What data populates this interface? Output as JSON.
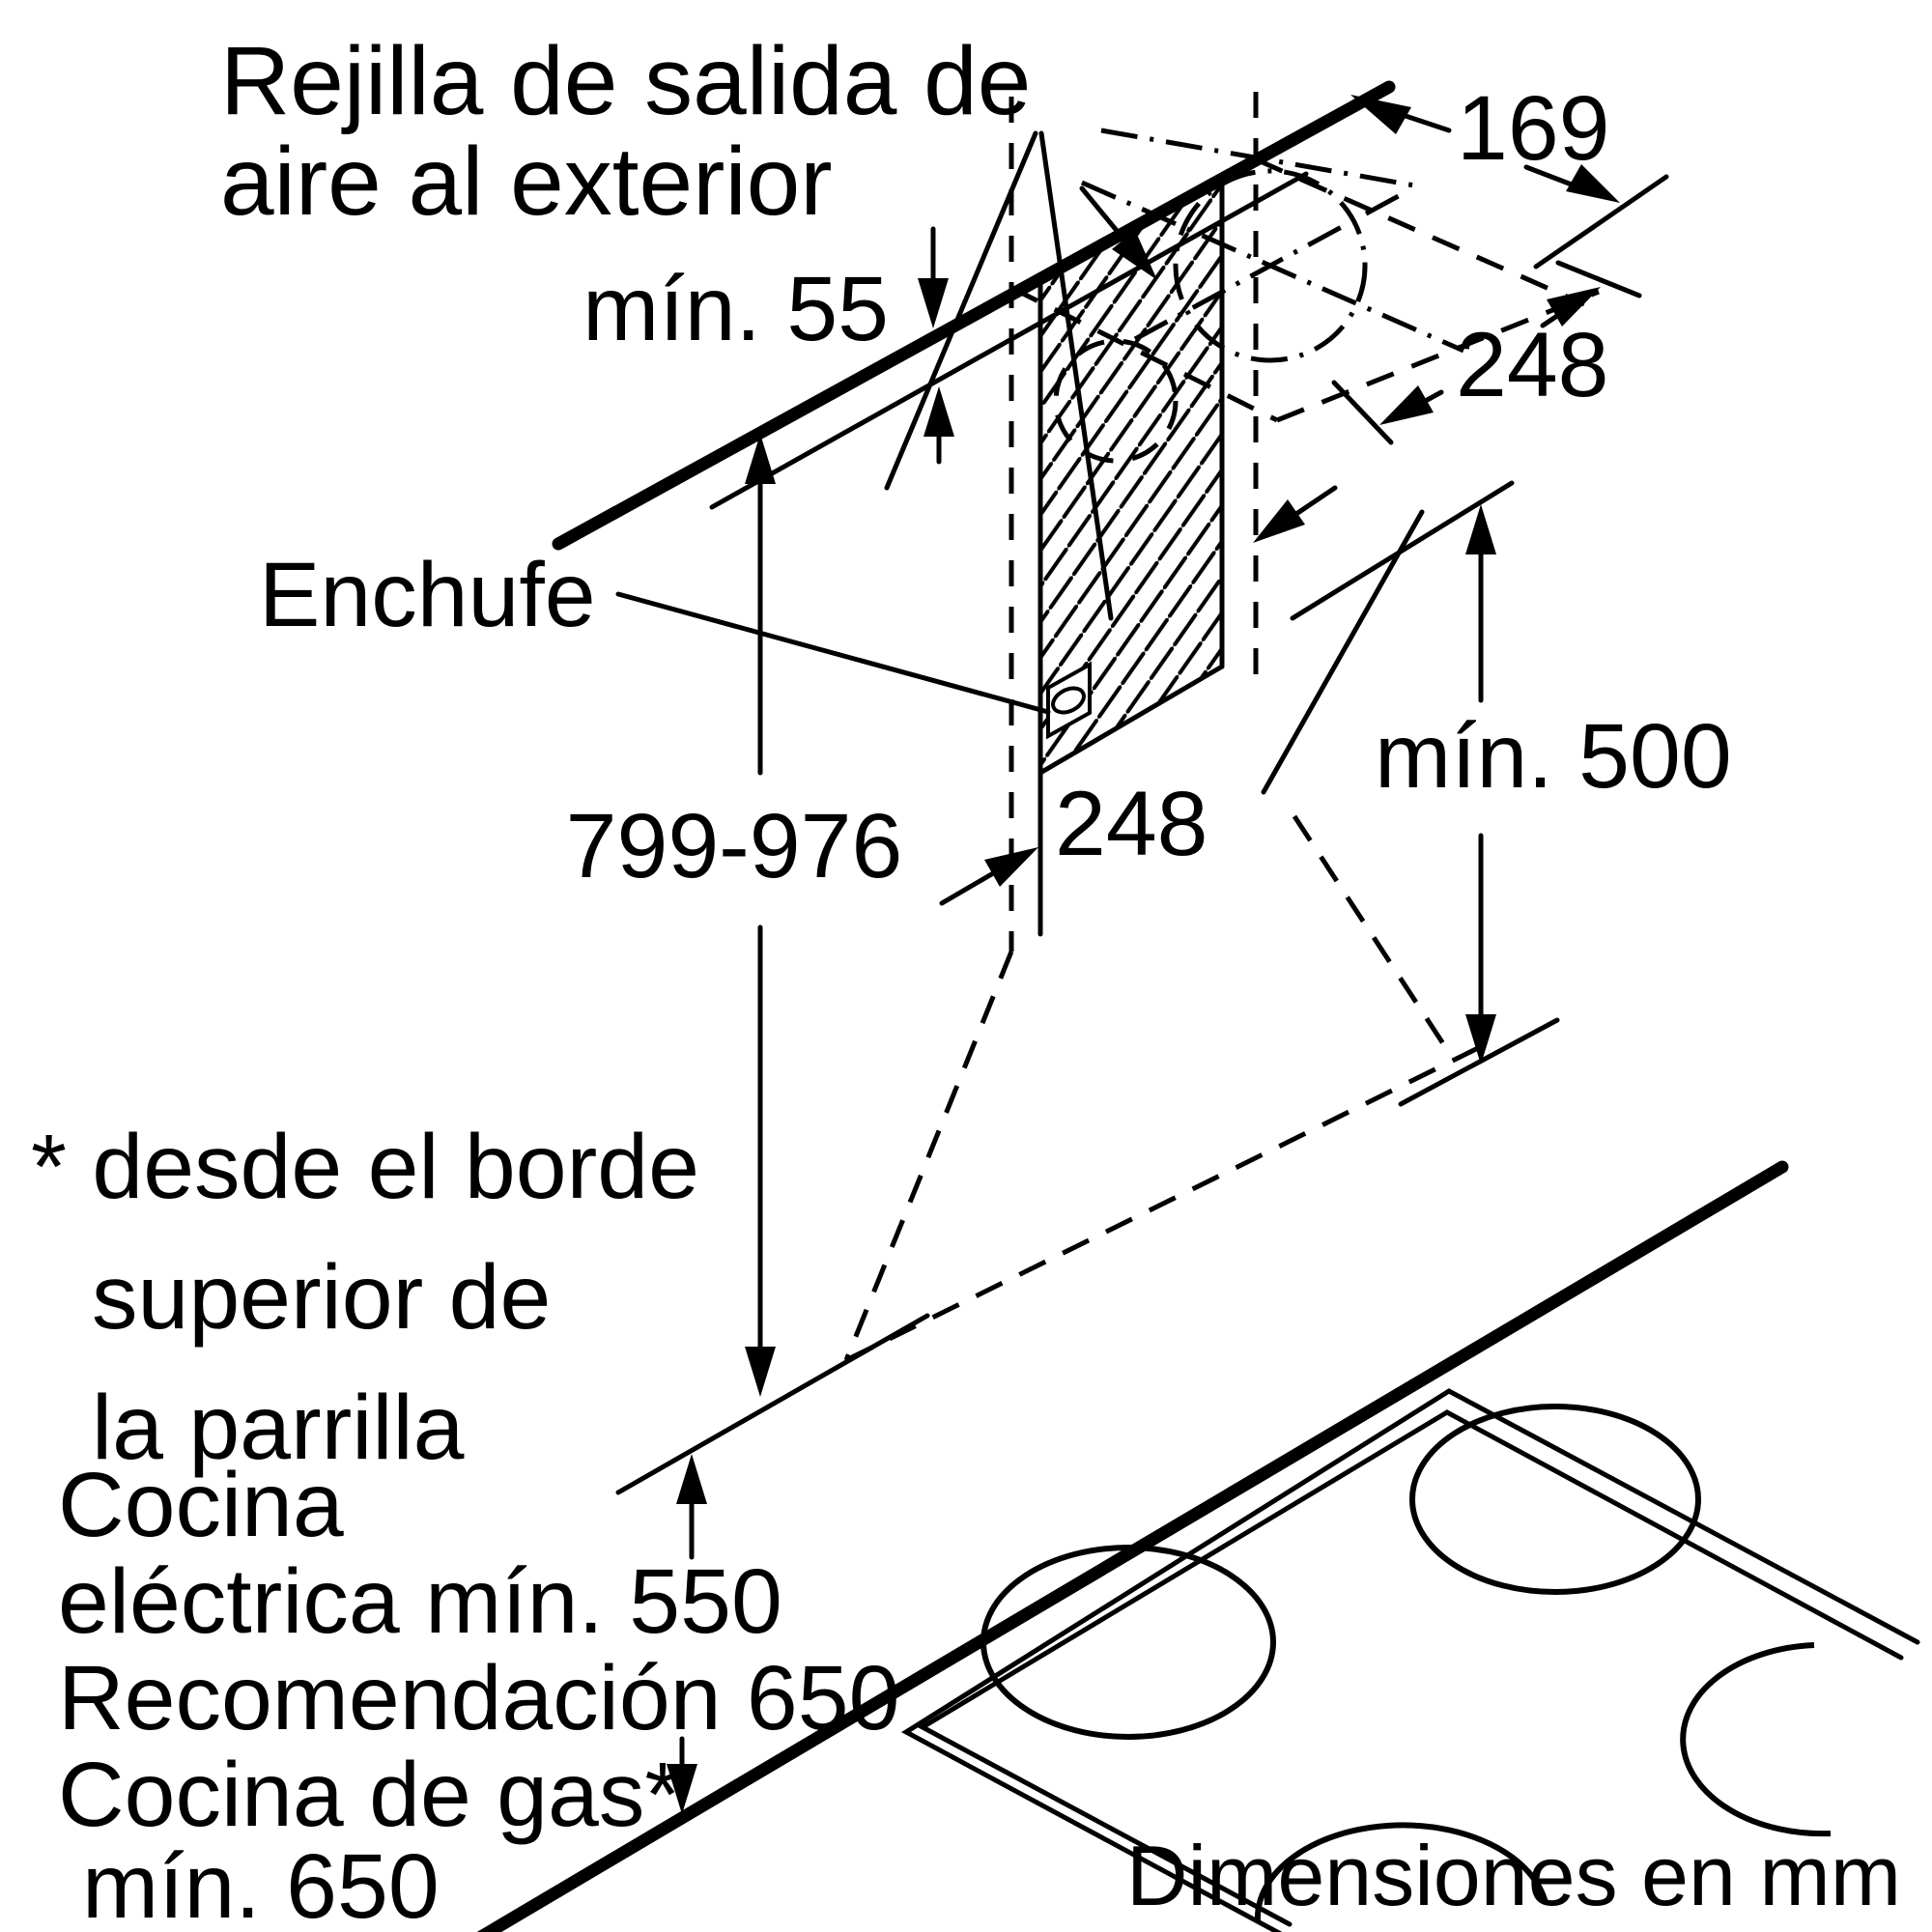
{
  "diagram_title": "Instalación campana extractora (vista isométrica)",
  "colors": {
    "ink": "#000000",
    "background": "#ffffff"
  },
  "texts": {
    "rejilla_l1": "Rejilla de salida de",
    "rejilla_l2": "aire al exterior",
    "min55": "mín. 55",
    "enchufe": "Enchufe",
    "altura_rango": "799-976",
    "min500": "mín. 500",
    "dim169": "169",
    "dim248_techo": "248",
    "dim248_chimenea": "248",
    "nota_l1": "* desde el borde",
    "nota_l2": "superior de",
    "nota_l3": "la parrilla",
    "cocina_l1": "Cocina",
    "cocina_l2": "eléctrica mín. 550",
    "cocina_l3": "Recomendación 650",
    "cocina_l4": "Cocina de gas*",
    "cocina_l5": "mín. 650",
    "footer": "Dimensiones en mm"
  },
  "valores_mm": {
    "holgura_min_techo": 55,
    "fondo_salida_techo": 169,
    "ancho_salida_techo": 248,
    "ancho_chimenea": 248,
    "altura_instalacion": "799-976",
    "distancia_min_campana_encimera": 500,
    "cocina_electrica_min": 550,
    "recomendacion": 650,
    "cocina_gas_min": 650
  }
}
